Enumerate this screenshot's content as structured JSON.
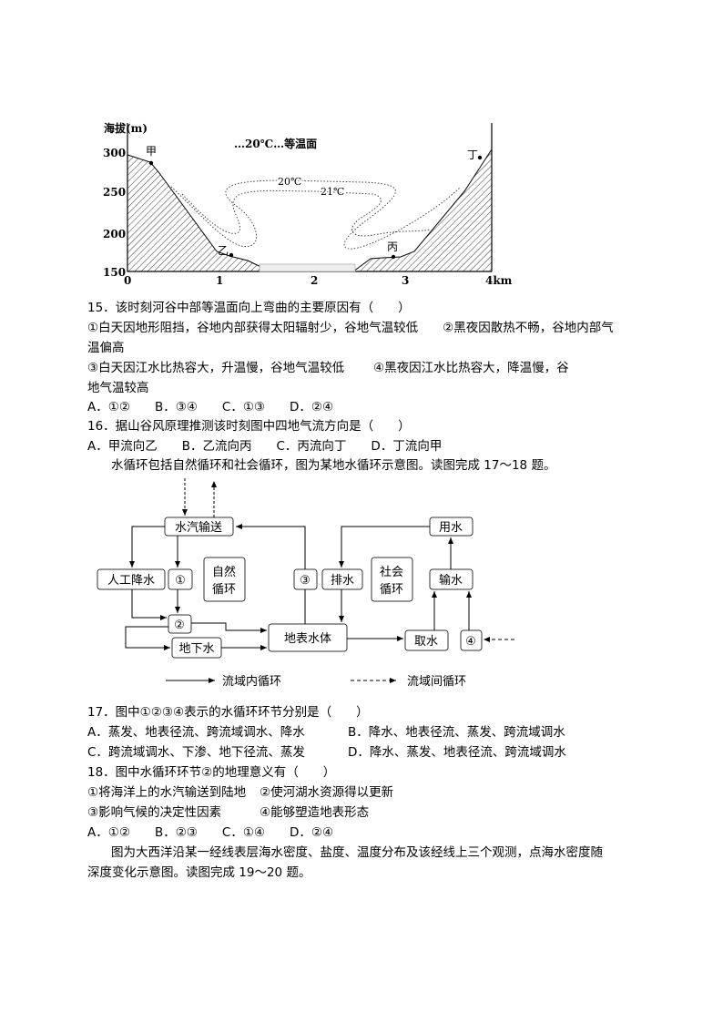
{
  "figure1": {
    "y_axis_title": "海拔(m)",
    "y_ticks": [
      "300",
      "250",
      "200",
      "150"
    ],
    "x_ticks": [
      "0",
      "1",
      "2",
      "3",
      "4km"
    ],
    "legend": "…20℃…等温面",
    "isotherm_labels": [
      "20℃",
      "21℃"
    ],
    "points": [
      "甲",
      "乙",
      "丙",
      "丁"
    ]
  },
  "q15": {
    "stem": "15．该时刻河谷中部等温面向上弯曲的主要原因有（　　）",
    "line1": "①白天因地形阻挡，谷地内部获得太阳辐射少，谷地气温较低　　②黑夜因散热不畅，谷地内部气",
    "line2": "温偏高",
    "line3a": "③白天因江水比热容大，升温慢，谷地气温较低",
    "line3b": "④黑夜因江水比热容大，降温慢，谷",
    "line4": "地气温较高",
    "options": "A．①②　　B．③④　　C．①③　　D．②④"
  },
  "q16": {
    "stem": "16．据山谷风原理推测该时刻图中四地气流方向是（　　）",
    "options": "A．甲流向乙　　B．乙流向丙　　C．丙流向丁　　D．丁流向甲"
  },
  "intro17": "水循环包括自然循环和社会循环，图为某地水循环示意图。读图完成 17～18 题。",
  "figure2": {
    "boxes": {
      "vapor": "水汽输送",
      "artificial_rain": "人工降水",
      "c1": "①",
      "c2": "②",
      "c3": "③",
      "c4": "④",
      "natural": "自然循环",
      "natural_a": "自然",
      "natural_b": "循环",
      "groundwater": "地下水",
      "surface": "地表水体",
      "drain": "排水",
      "social_a": "社会",
      "social_b": "循环",
      "use": "用水",
      "transport": "输水",
      "intake": "取水"
    },
    "legend_solid": "流域内循环",
    "legend_dashed": "流域间循环"
  },
  "q17": {
    "stem": "17．图中①②③④表示的水循环环节分别是（　　）",
    "A": "A．蒸发、地表径流、跨流域调水、降水",
    "B": "B．降水、地表径流、蒸发、跨流域调水",
    "C": "C．跨流域调水、下渗、地下径流、蒸发",
    "D": "D．降水、蒸发、地表径流、跨流域调水"
  },
  "q18": {
    "stem": "18．图中水循环环节②的地理意义有（　　）",
    "s1": "①将海洋上的水汽输送到陆地",
    "s2": "②使河湖水资源得以更新",
    "s3": "③影响气候的决定性因素",
    "s4": "④能够塑造地表形态",
    "options": "A．①②　　B．②③　　C．①④　　D．②④"
  },
  "intro19": {
    "line1": "图为大西洋沿某一经线表层海水密度、盐度、温度分布及该经线上三个观测，点海水密度随",
    "line2": "深度变化示意图。读图完成 19～20 题。"
  }
}
